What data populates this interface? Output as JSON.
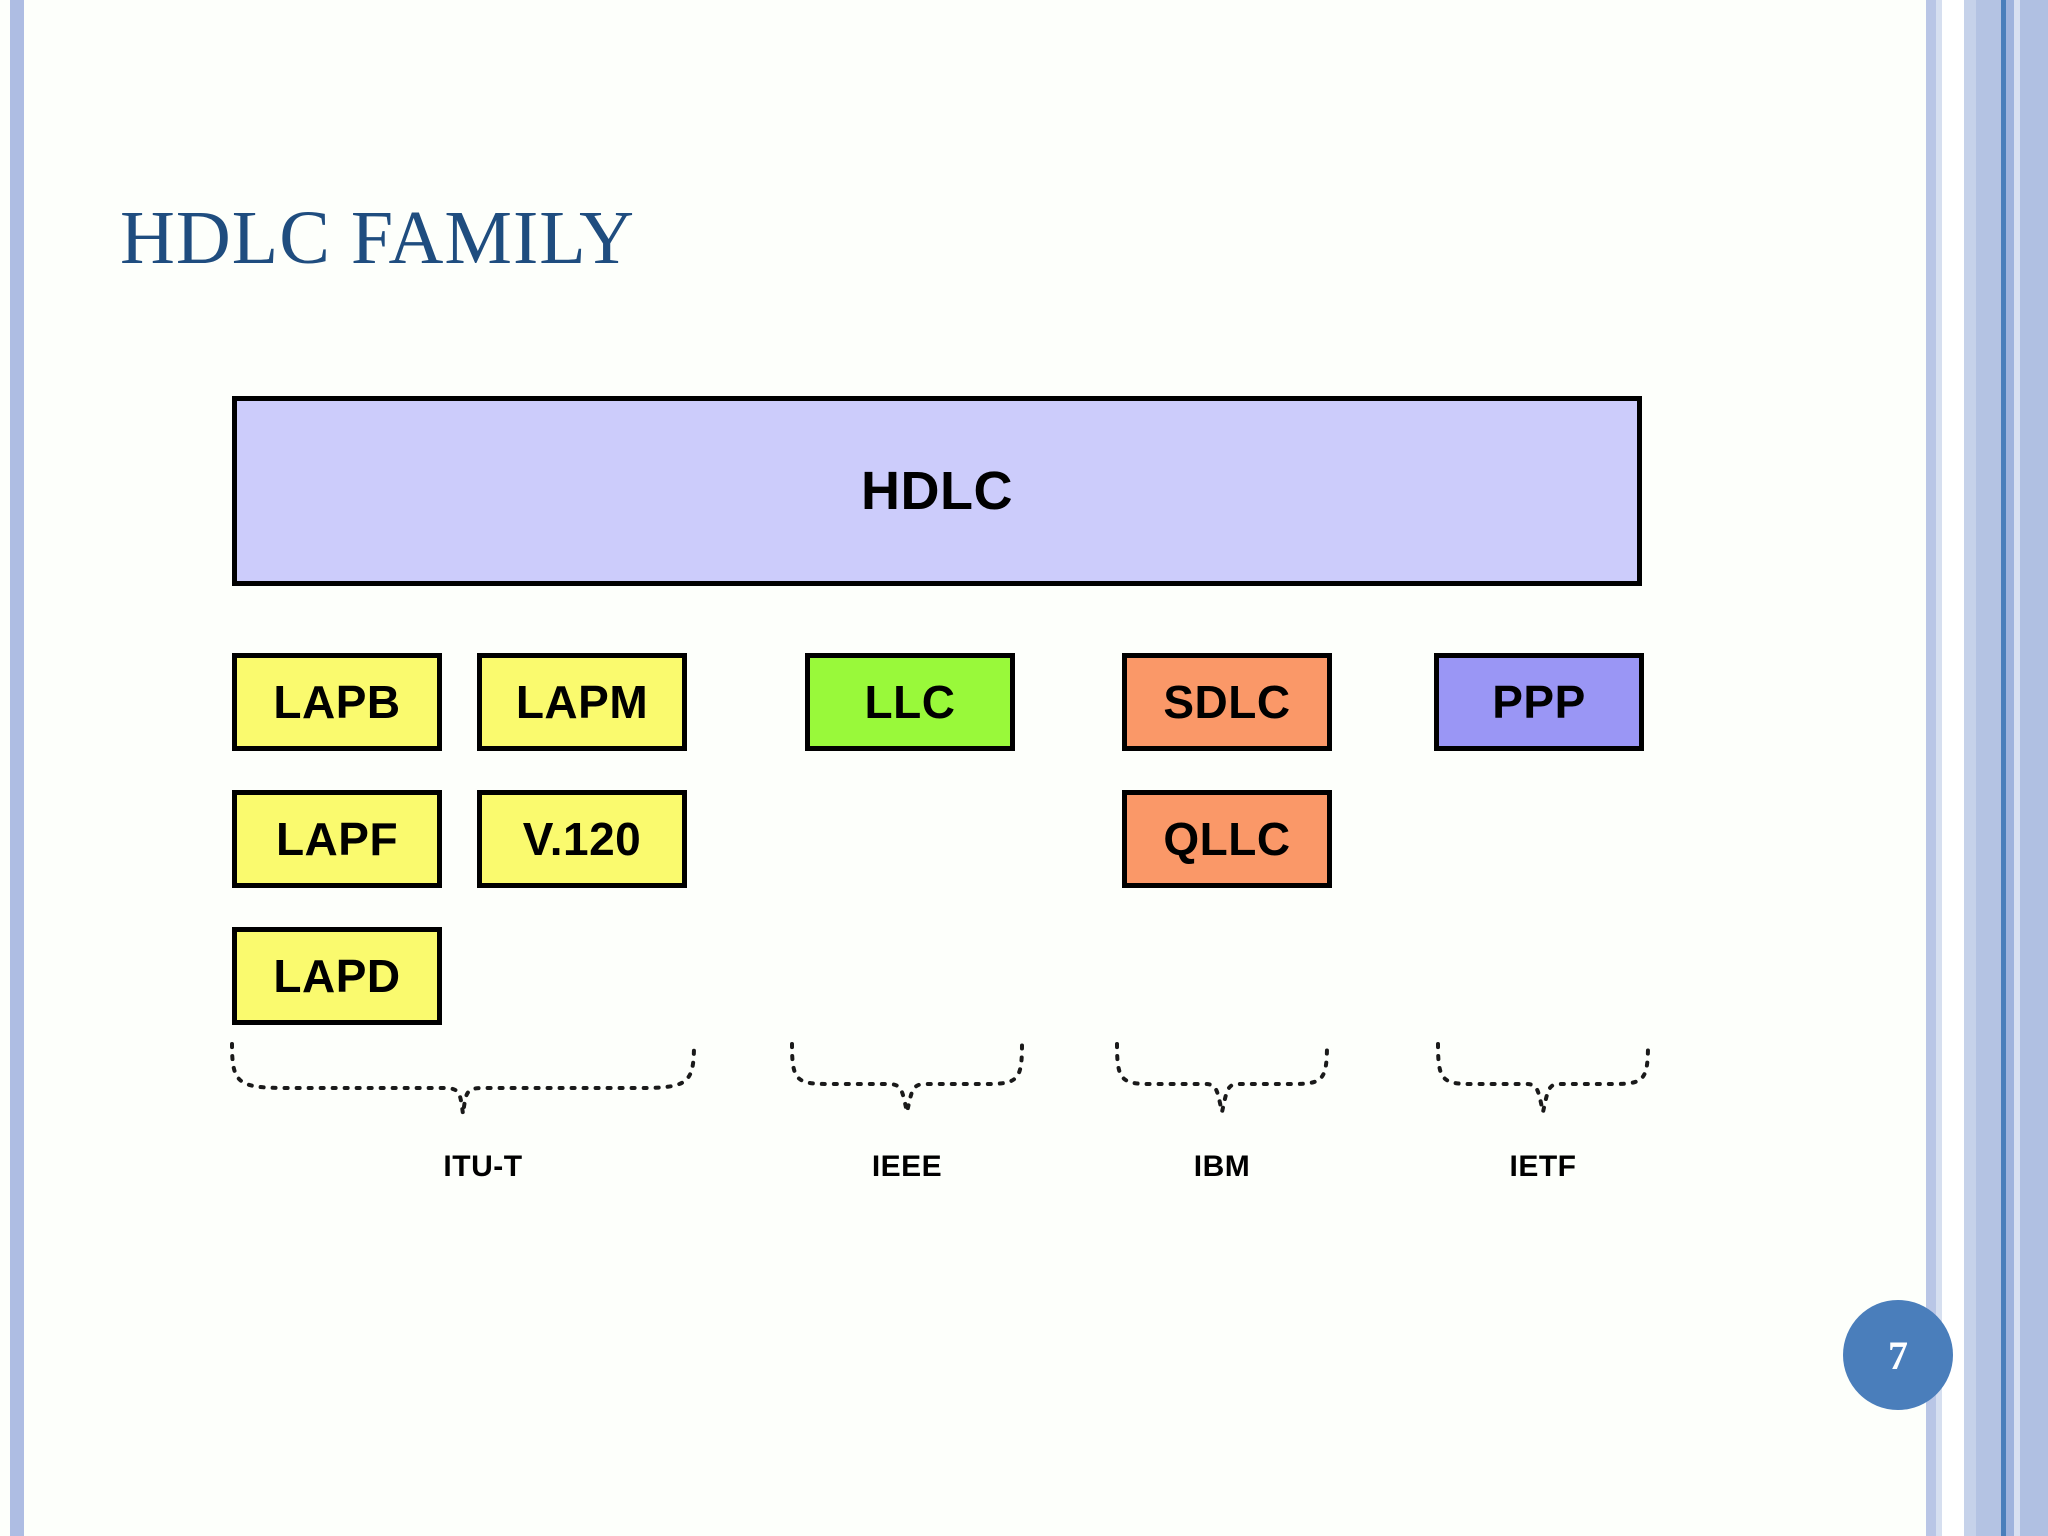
{
  "slide": {
    "title": "HDLC FAMILY",
    "page_number": "7",
    "background_color": "#fdfffb",
    "title_color": "#1f4d7f",
    "page_badge_color": "#4a7ebb",
    "edge_stripe_color": "#aebde3"
  },
  "diagram": {
    "type": "hierarchy",
    "root": {
      "label": "HDLC",
      "fill": "#ccccfb",
      "border": "#000000",
      "text_color": "#000000"
    },
    "columns": [
      {
        "organization": "ITU-T",
        "fill": "#fafa6e",
        "protocols": [
          "LAPB",
          "LAPM",
          "LAPF",
          "V.120",
          "LAPD"
        ]
      },
      {
        "organization": "IEEE",
        "fill": "#99f93a",
        "protocols": [
          "LLC"
        ]
      },
      {
        "organization": "IBM",
        "fill": "#fa9868",
        "protocols": [
          "SDLC",
          "QLLC"
        ]
      },
      {
        "organization": "IETF",
        "fill": "#9a96f5",
        "protocols": [
          "PPP"
        ]
      }
    ],
    "nodes": [
      {
        "label": "LAPB",
        "fill": "#fafa6e",
        "row": 1,
        "col": 1
      },
      {
        "label": "LAPM",
        "fill": "#fafa6e",
        "row": 1,
        "col": 2
      },
      {
        "label": "LLC",
        "fill": "#99f93a",
        "row": 1,
        "col": 3
      },
      {
        "label": "SDLC",
        "fill": "#fa9868",
        "row": 1,
        "col": 4
      },
      {
        "label": "PPP",
        "fill": "#9a96f5",
        "row": 1,
        "col": 5
      },
      {
        "label": "LAPF",
        "fill": "#fafa6e",
        "row": 2,
        "col": 1
      },
      {
        "label": "V.120",
        "fill": "#fafa6e",
        "row": 2,
        "col": 2
      },
      {
        "label": "QLLC",
        "fill": "#fa9868",
        "row": 2,
        "col": 4
      },
      {
        "label": "LAPD",
        "fill": "#fafa6e",
        "row": 3,
        "col": 1
      }
    ],
    "brace_labels": [
      "ITU-T",
      "IEEE",
      "IBM",
      "IETF"
    ]
  }
}
